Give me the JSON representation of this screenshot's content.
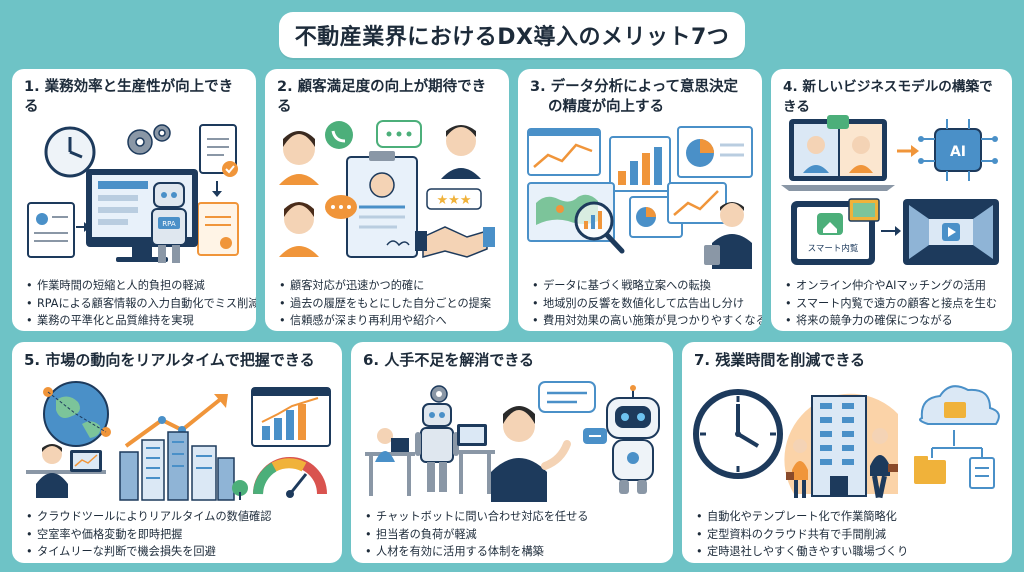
{
  "title": "不動産業界におけるDX導入のメリット7つ",
  "cards": [
    {
      "title": "1. 業務効率と生産性が向上できる",
      "robot_label": "RPA",
      "bullets": [
        "作業時間の短縮と人的負担の軽減",
        "RPAによる顧客情報の入力自動化でミス削減",
        "業務の平準化と品質維持を実現"
      ]
    },
    {
      "title": "2. 顧客満足度の向上が期待できる",
      "bullets": [
        "顧客対応が迅速かつ的確に",
        "過去の履歴をもとにした自分ごとの提案",
        "信頼感が深まり再利用や紹介へ"
      ]
    },
    {
      "title": "3. データ分析によって意思決定の精度が向上する",
      "bullets": [
        "データに基づく戦略立案への転換",
        "地域別の反響を数値化して広告出し分け",
        "費用対効果の高い施策が見つかりやすくなる"
      ]
    },
    {
      "title": "4. 新しいビジネスモデルの構築できる",
      "ai_label": "AI",
      "tablet_label": "スマート内覧",
      "bullets": [
        "オンライン仲介やAIマッチングの活用",
        "スマート内覧で遠方の顧客と接点を生む",
        "将来の競争力の確保につながる"
      ]
    },
    {
      "title": "5. 市場の動向をリアルタイムで把握できる",
      "bullets": [
        "クラウドツールによりリアルタイムの数値確認",
        "空室率や価格変動を即時把握",
        "タイムリーな判断で機会損失を回避"
      ]
    },
    {
      "title": "6. 人手不足を解消できる",
      "bullets": [
        "チャットボットに問い合わせ対応を任せる",
        "担当者の負荷が軽減",
        "人材を有効に活用する体制を構築"
      ]
    },
    {
      "title": "7. 残業時間を削減できる",
      "bullets": [
        "自動化やテンプレート化で作業簡略化",
        "定型資料のクラウド共有で手間削減",
        "定時退社しやすく働きやすい職場づくり"
      ]
    }
  ],
  "colors": {
    "background": "#6ec3c6",
    "card": "#ffffff",
    "navy": "#1d3a5c",
    "blue": "#4a90c8",
    "orange": "#f0953a",
    "green": "#4caf7a",
    "gray": "#8a97a6"
  }
}
